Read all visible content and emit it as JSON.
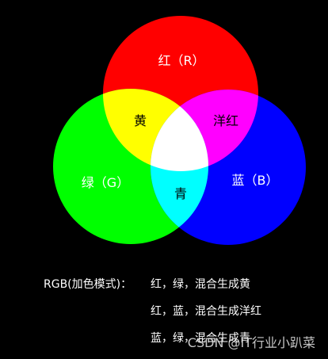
{
  "circles": {
    "red": {
      "label": "红（R）",
      "color": "#ff0000"
    },
    "green": {
      "label": "绿（G）",
      "color": "#00ff00"
    },
    "blue": {
      "label": "蓝（B）",
      "color": "#0000ff"
    }
  },
  "overlaps": {
    "yellow": {
      "label": "黄",
      "color": "#ffff00"
    },
    "magenta": {
      "label": "洋红",
      "color": "#ff00ff"
    },
    "cyan": {
      "label": "青",
      "color": "#00ffff"
    },
    "white": {
      "color": "#ffffff"
    }
  },
  "caption": {
    "title": "RGB(加色模式)：",
    "lines": [
      "红，绿，混合生成黄",
      "红，蓝，混合生成洋红",
      "蓝，绿，混合生成青"
    ]
  },
  "watermark": "CSDN @IT行业小趴菜"
}
